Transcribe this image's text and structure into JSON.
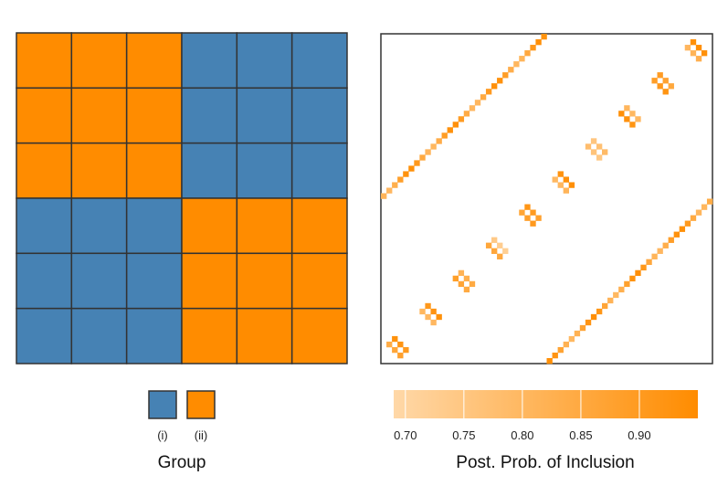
{
  "chart_data": [
    {
      "type": "heatmap",
      "rows": 6,
      "cols": 6,
      "values": [
        [
          "ii",
          "ii",
          "ii",
          "i",
          "i",
          "i"
        ],
        [
          "ii",
          "ii",
          "ii",
          "i",
          "i",
          "i"
        ],
        [
          "ii",
          "ii",
          "ii",
          "i",
          "i",
          "i"
        ],
        [
          "i",
          "i",
          "i",
          "ii",
          "ii",
          "ii"
        ],
        [
          "i",
          "i",
          "i",
          "ii",
          "ii",
          "ii"
        ],
        [
          "i",
          "i",
          "i",
          "ii",
          "ii",
          "ii"
        ]
      ],
      "legend": {
        "title": "Group",
        "entries": [
          {
            "key": "i",
            "label": "(i)",
            "color": "#4682B4"
          },
          {
            "key": "ii",
            "label": "(ii)",
            "color": "#FF8C00"
          }
        ]
      }
    },
    {
      "type": "heatmap",
      "size": 60,
      "bands": [
        {
          "name": "upper",
          "offset": 30
        },
        {
          "name": "lower",
          "offset": -30
        }
      ],
      "value_range": [
        0.69,
        0.95
      ],
      "colorbar": {
        "title": "Post. Prob. of Inclusion",
        "ticks": [
          "0.70",
          "0.75",
          "0.80",
          "0.85",
          "0.90"
        ],
        "tick_values": [
          0.7,
          0.75,
          0.8,
          0.85,
          0.9
        ],
        "low_color": "#FFD8A8",
        "high_color": "#FF8C00"
      }
    }
  ]
}
